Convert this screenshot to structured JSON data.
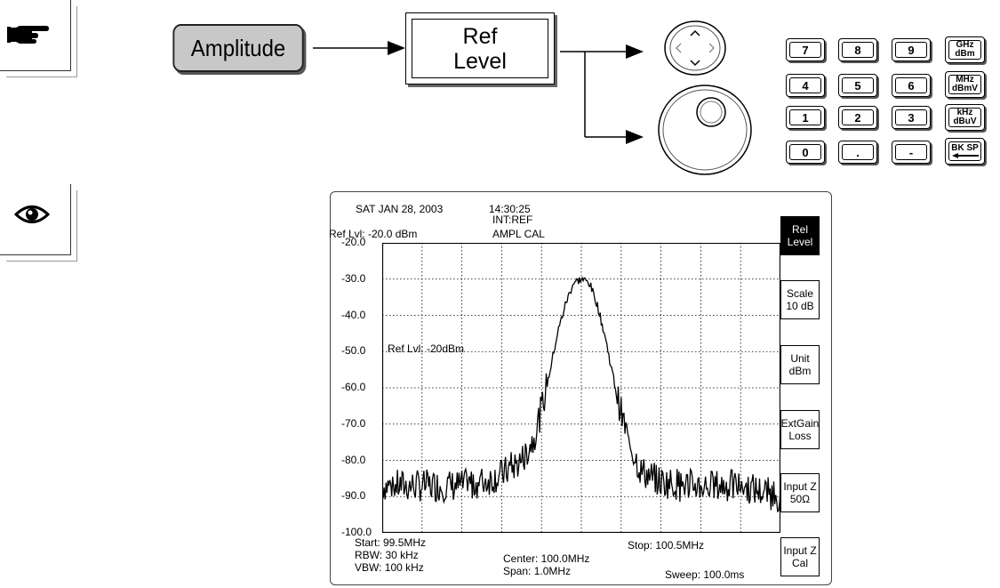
{
  "markers": {
    "action_icon": "pointing-hand-icon",
    "observe_icon": "eye-icon"
  },
  "flow": {
    "amplitude_key": "Amplitude",
    "ref_level_key_line1": "Ref",
    "ref_level_key_line2": "Level",
    "knob_arrows_icon": "arrow-keys-icon",
    "knob_icon": "rotary-knob-icon"
  },
  "keypad": {
    "digits": [
      "7",
      "8",
      "9",
      "4",
      "5",
      "6",
      "1",
      "2",
      "3",
      "0",
      ".",
      "-"
    ],
    "units": [
      {
        "top": "GHz",
        "bottom": "dBm"
      },
      {
        "top": "MHz",
        "bottom": "dBmV"
      },
      {
        "top": "kHz",
        "bottom": "dBuV"
      },
      {
        "top": "BK SP",
        "bottom": ""
      }
    ]
  },
  "screen": {
    "date": "SAT JAN 28,  2003",
    "time": "14:30:25",
    "ref_source": "INT:REF",
    "cal_state": "AMPL   CAL",
    "ref_lvl_header": "Ref  Lvl:  -20.0 dBm",
    "ref_lvl_annotation": "Ref Lvl: -20dBm",
    "start": "Start: 99.5MHz",
    "rbw": "RBW: 30 kHz",
    "vbw": "VBW: 100 kHz",
    "center": "Center: 100.0MHz",
    "span": "Span: 1.0MHz",
    "stop": "Stop: 100.5MHz",
    "sweep": "Sweep: 100.0ms",
    "softkeys": [
      {
        "line1": "Rel",
        "line2": "Level",
        "active": true
      },
      {
        "line1": "Scale",
        "line2": "10 dB",
        "active": false
      },
      {
        "line1": "Unit",
        "line2": "dBm",
        "active": false
      },
      {
        "line1": "ExtGain",
        "line2": "Loss",
        "active": false
      },
      {
        "line1": "Input Z",
        "line2": "50Ω",
        "active": false
      },
      {
        "line1": "Input Z",
        "line2": "Cal",
        "active": false
      }
    ]
  },
  "chart_data": {
    "type": "line",
    "title": "",
    "xlabel": "",
    "ylabel": "",
    "xlim": [
      99.5,
      100.5
    ],
    "ylim": [
      -100.0,
      -20.0
    ],
    "yticks": [
      "-20.0",
      "-30.0",
      "-40.0",
      "-50.0",
      "-60.0",
      "-70.0",
      "-80.0",
      "-90.0",
      "-100.0"
    ],
    "grid": true,
    "noise_floor_db": -87,
    "peak": {
      "x": 100.0,
      "y": -30.0
    },
    "series": [
      {
        "x": [
          99.5,
          99.6,
          99.7,
          99.75,
          99.8,
          99.85,
          99.88,
          99.9,
          99.92,
          99.94,
          99.96,
          99.98,
          100.0,
          100.02,
          100.04,
          100.06,
          100.08,
          100.1,
          100.12,
          100.15,
          100.2,
          100.3,
          100.4,
          100.5
        ],
        "values": [
          -87,
          -87,
          -87,
          -86,
          -84,
          -80,
          -74,
          -66,
          -56,
          -45,
          -37,
          -31,
          -30,
          -31,
          -37,
          -46,
          -57,
          -67,
          -75,
          -83,
          -86,
          -87,
          -87,
          -90
        ]
      }
    ]
  }
}
